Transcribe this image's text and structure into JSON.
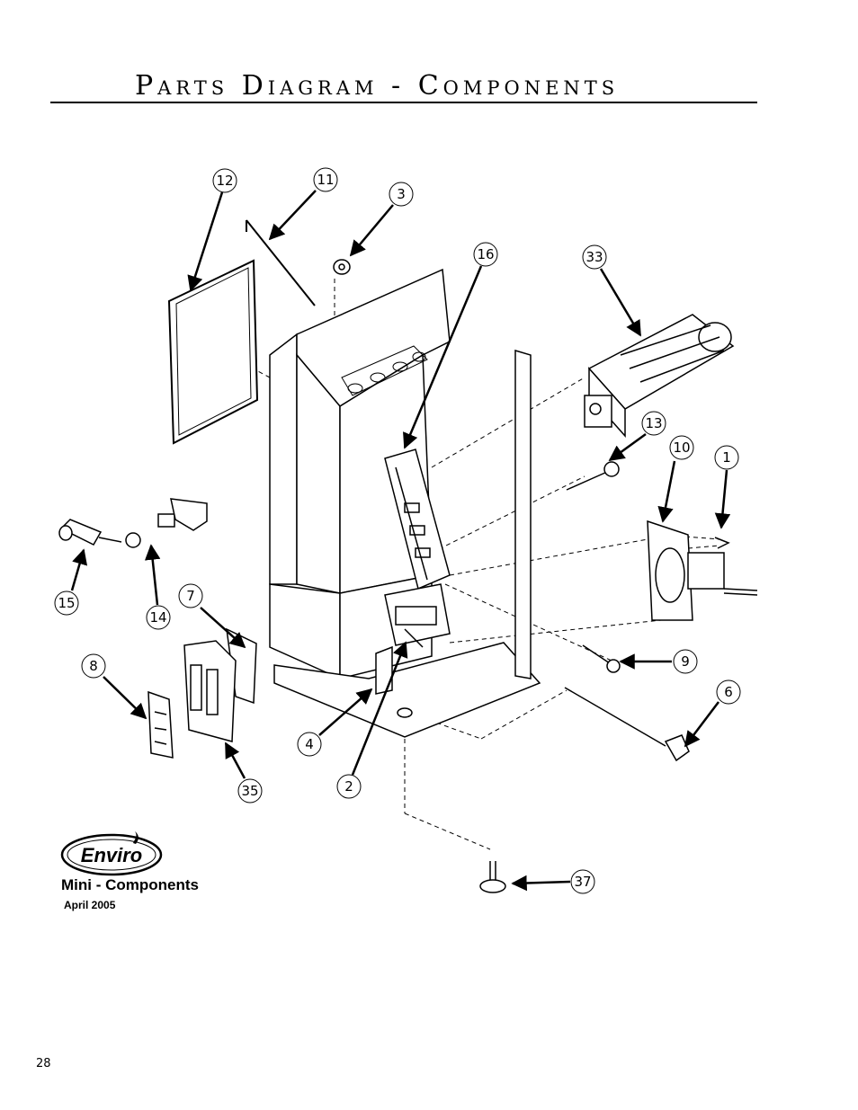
{
  "title": "Parts Diagram - Components",
  "callouts": [
    {
      "label": "12"
    },
    {
      "label": "11"
    },
    {
      "label": "3"
    },
    {
      "label": "16"
    },
    {
      "label": "33"
    },
    {
      "label": "13"
    },
    {
      "label": "10"
    },
    {
      "label": "1"
    },
    {
      "label": "15"
    },
    {
      "label": "14"
    },
    {
      "label": "7"
    },
    {
      "label": "8"
    },
    {
      "label": "9"
    },
    {
      "label": "6"
    },
    {
      "label": "4"
    },
    {
      "label": "2"
    },
    {
      "label": "35"
    },
    {
      "label": "37"
    }
  ],
  "logo": {
    "text": "Enviro"
  },
  "caption": "Mini - Components",
  "caption_date": "April 2005",
  "page_number": "28"
}
